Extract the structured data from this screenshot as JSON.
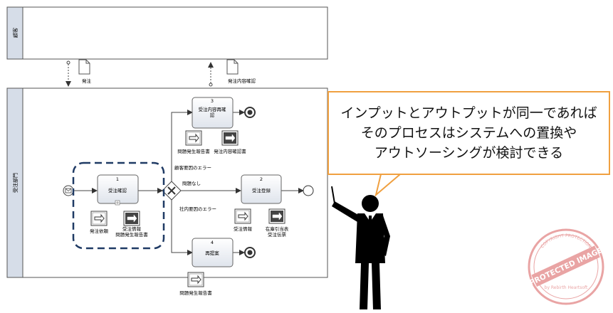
{
  "lanes": {
    "top": "顧客",
    "bottom": "受注部門"
  },
  "messages": {
    "order": "発注",
    "order_confirm": "発注内容確認"
  },
  "tasks": {
    "t1": {
      "num": "1",
      "name": "受注確認",
      "in_doc": "発注依頼",
      "out_doc_1": "受注情報",
      "out_doc_2": "問題発生報告書"
    },
    "t2": {
      "num": "2",
      "name": "受注登録",
      "in_doc": "受注情報",
      "out_doc_1": "在庫引当表",
      "out_doc_2": "受注伝票"
    },
    "t3": {
      "num": "3",
      "name_1": "受注内容再確",
      "name_2": "認",
      "in_doc": "問題発生報告書",
      "out_doc": "発注内容確認書"
    },
    "t4": {
      "num": "4",
      "name": "再提案",
      "in_doc": "問題発生報告書"
    }
  },
  "flows": {
    "customer_error": "顧客要因のエラー",
    "no_problem": "問題なし",
    "internal_error": "社内要因のエラー"
  },
  "callout": {
    "line1": "インプットとアウトプットが同一であれば",
    "line2": "そのプロセスはシステムへの置換や",
    "line3": "アウトソーシングが検討できる"
  },
  "stamp": {
    "main": "PROTECTED IMAGE",
    "top": "COPYRIGHT PROTECTION",
    "bottom": "by Rebirth Heartsoft"
  },
  "colors": {
    "callout_border": "#f0a040",
    "lane_header": "#d6dde8",
    "task_fill": "#e9edf3",
    "highlight_dash": "#1f3a64",
    "stamp": "#d85a5a"
  }
}
